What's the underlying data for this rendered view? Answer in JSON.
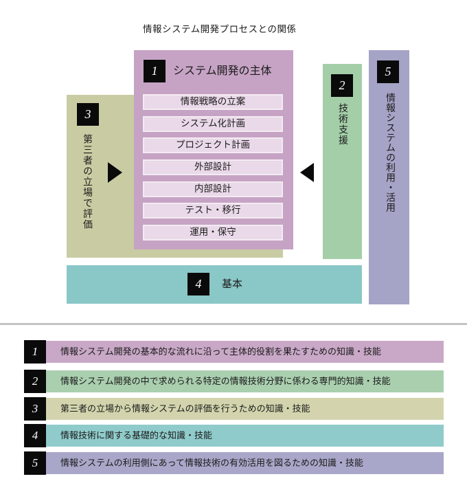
{
  "title": "情報システム開発プロセスとの関係",
  "diagram": {
    "box1": {
      "number": "1",
      "label": "システム開発の主体",
      "color": "#c6a3c4",
      "step_bg": "#ead9e9",
      "steps": [
        "情報戦略の立案",
        "システム化計画",
        "プロジェクト計画",
        "外部設計",
        "内部設計",
        "テスト・移行",
        "運用・保守"
      ]
    },
    "box2": {
      "number": "2",
      "label": "技術支援",
      "color": "#a3cea8"
    },
    "box3": {
      "number": "3",
      "label": "第三者の立場で評価",
      "color": "#c9cca3"
    },
    "box4": {
      "number": "4",
      "label": "基本",
      "color": "#8ac7c7"
    },
    "box5": {
      "number": "5",
      "label": "情報システムの利用・活用",
      "color": "#a5a3c6"
    },
    "arrows": [
      "right-arrow",
      "left-arrow"
    ]
  },
  "legend": {
    "items": [
      {
        "number": "1",
        "text": "情報システム開発の基本的な流れに沿って主体的役割を果たすための知識・技能",
        "color": "#c9a8c7"
      },
      {
        "number": "2",
        "text": "情報システム開発の中で求められる特定の情報技術分野に係わる専門的知識・技能",
        "color": "#aacfaf"
      },
      {
        "number": "3",
        "text": "第三者の立場から情報システムの評価を行うための知識・技能",
        "color": "#d3d4ad"
      },
      {
        "number": "4",
        "text": "情報技術に関する基礎的な知識・技能",
        "color": "#90cbcb"
      },
      {
        "number": "5",
        "text": "情報システムの利用側にあって情報技術の有効活用を図るための知識・技能",
        "color": "#a9a7c9"
      }
    ]
  },
  "colors": {
    "badge_bg": "#0a0a0a",
    "badge_text": "#ffffff",
    "divider": "#c3c3c3",
    "step_border": "#f3ebf2",
    "text": "#1b1b1b",
    "background": "#ffffff"
  }
}
